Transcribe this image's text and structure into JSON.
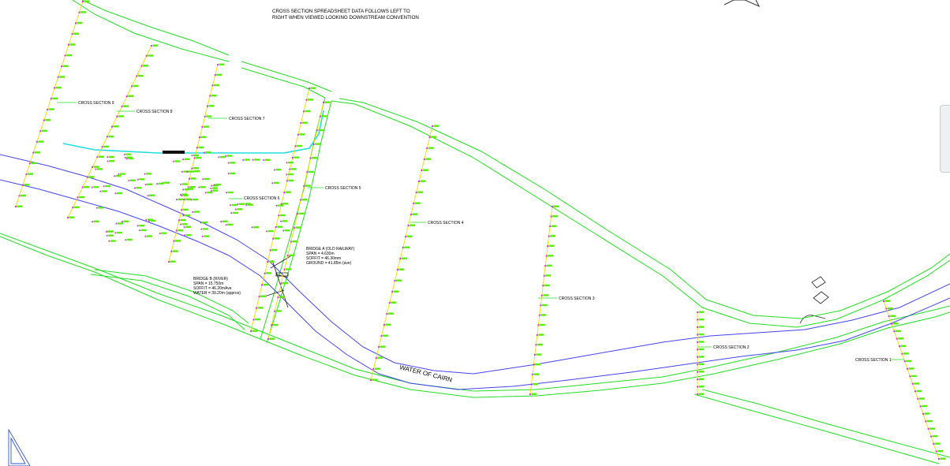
{
  "header": {
    "line1": "CROSS SECTION SPREADSHEET DATA FOLLOWS LEFT TO",
    "line2": "RIGHT WHEN VIEWED LOOKING DOWNSTREAM CONVENTION"
  },
  "cross_sections": {
    "cs1": "CROSS SECTION 1",
    "cs2": "CROSS SECTION 2",
    "cs3": "CROSS SECTION 3",
    "cs4": "CROSS SECTION 4",
    "cs5": "CROSS SECTION 5",
    "cs6": "CROSS SECTION 6",
    "cs7": "CROSS SECTION 7",
    "cs8": "CROSS SECTION 8",
    "cs9": "CROSS SECTION 9"
  },
  "bridge_a": {
    "title": "BRIDGE A (OLD RAILWAY)",
    "span": "SPAN = 4.630m",
    "soffit": "SOFFIT = 46.30mm",
    "ground": "GROUND = 41.85m (ave)"
  },
  "bridge_b": {
    "title": "BRIDGE B (RIVER)",
    "span": "SPAN = 15.750m",
    "soffit": "SOFFIT = 46.20mAve",
    "water": "WATER = 39.20m (approx)"
  },
  "river_label": "WATER OF CAIRN",
  "colors": {
    "bank": "#22dd22",
    "river": "#4444ee",
    "section_line": "#eedd00",
    "point_marker": "#dd22dd",
    "point_label": "#55ee00",
    "track": "#22dddd"
  }
}
